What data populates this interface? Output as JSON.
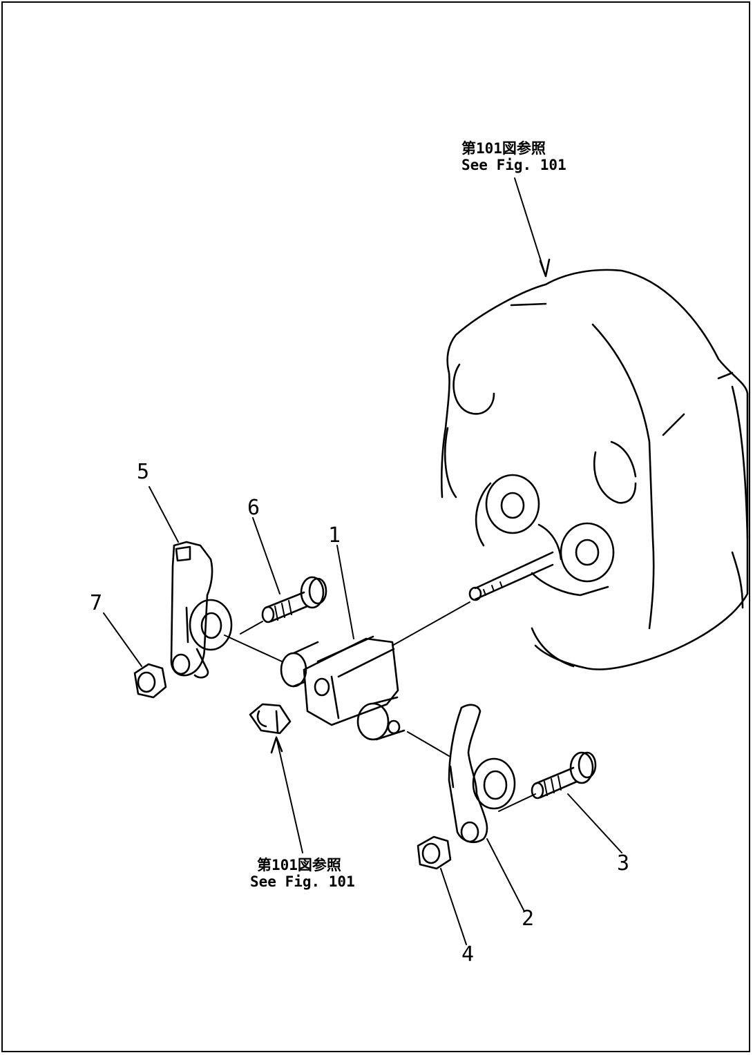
{
  "callouts": {
    "c1": "1",
    "c2": "2",
    "c3": "3",
    "c4": "4",
    "c5": "5",
    "c6": "6",
    "c7": "7"
  },
  "references": {
    "top": {
      "jp": "第101図参照",
      "en": "See Fig. 101"
    },
    "bottom": {
      "jp": "第101図参照",
      "en": "See Fig. 101"
    }
  }
}
